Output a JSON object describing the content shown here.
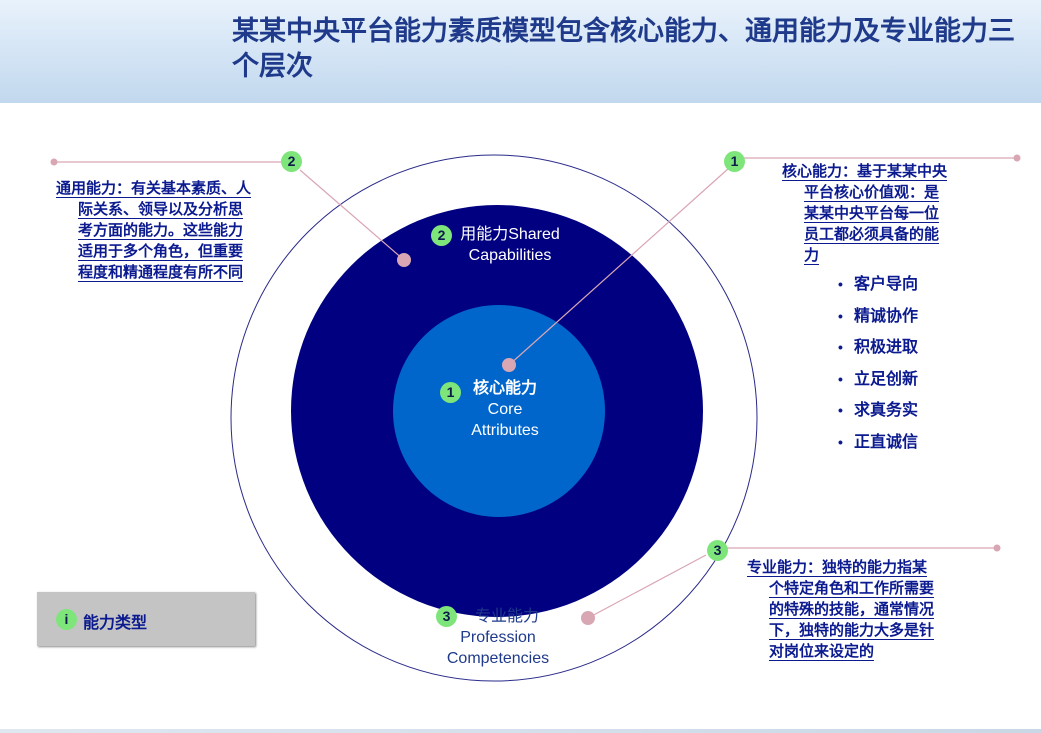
{
  "title": "某某中央平台能力素质模型包含核心能力、通用能力及专业能力三个层次",
  "rings": {
    "core": {
      "badge": "1",
      "line1": "核心能力",
      "line2": "Core",
      "line3": "Attributes"
    },
    "shared": {
      "badge": "2",
      "line1": "用能力Shared",
      "line2": "Capabilities"
    },
    "profession": {
      "badge": "3",
      "line1": "专业能力",
      "line2": "Profession",
      "line3": "Competencies"
    }
  },
  "annotations": {
    "shared": {
      "badge": "2",
      "lines": [
        "通用能力：有关基本素质、人",
        "际关系、领导以及分析思",
        "考方面的能力。这些能力",
        "适用于多个角色，但重要",
        "程度和精通程度有所不同"
      ]
    },
    "core": {
      "badge": "1",
      "lines": [
        "核心能力：基于某某中央",
        "平台核心价值观：是",
        "某某中央平台每一位",
        "员工都必须具备的能",
        "力"
      ],
      "bullets": [
        "客户导向",
        "精诚协作",
        "积极进取",
        "立足创新",
        "求真务实",
        "正直诚信"
      ]
    },
    "profession": {
      "badge": "3",
      "lines": [
        "专业能力：独特的能力指某",
        "个特定角色和工作所需要",
        "的特殊的技能，通常情况",
        "下，独特的能力大多是针",
        "对岗位来设定的"
      ]
    }
  },
  "legend": {
    "badge": "i",
    "label": "能力类型"
  },
  "colors": {
    "outer_ring": "#000080",
    "inner_circle": "#0066cc",
    "badge": "#7ee57b",
    "connector": "#d9a6b3",
    "text": "#0b1a8f"
  }
}
